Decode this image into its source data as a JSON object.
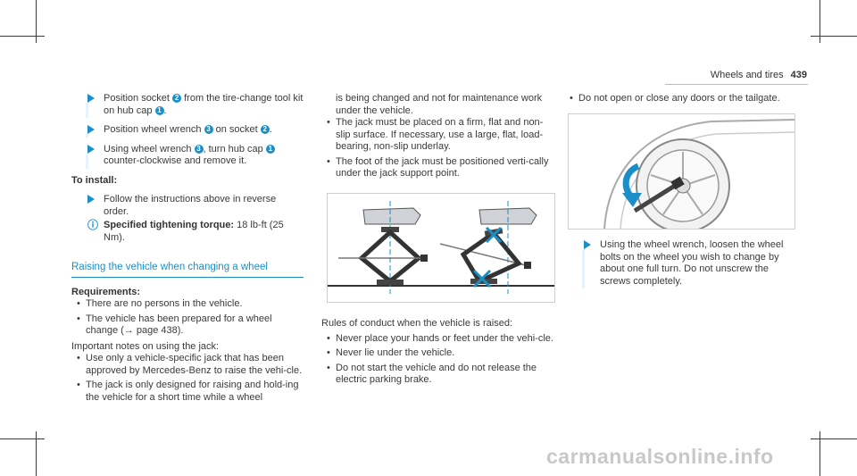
{
  "header": {
    "section": "Wheels and tires",
    "page": "439"
  },
  "col1": {
    "steps": [
      {
        "pre": "Position socket",
        "n1": "2",
        "mid": "from the tire-change tool kit on hub cap",
        "n2": "1",
        "post": "."
      },
      {
        "pre": "Position wheel wrench",
        "n1": "3",
        "mid": "on socket",
        "n2": "2",
        "post": "."
      },
      {
        "pre": "Using wheel wrench",
        "n1": "3",
        "mid": ", turn hub cap",
        "n2": "1",
        "post": "counter-clockwise and remove it."
      }
    ],
    "install_heading": "To install:",
    "install_step": "Follow the instructions above in reverse order.",
    "torque_label": "Specified tightening torque:",
    "torque_value": "18 lb-ft (25 Nm).",
    "section_title": "Raising the vehicle when changing a wheel",
    "requirements_heading": "Requirements:",
    "requirements": [
      "There are no persons in the vehicle.",
      "The vehicle has been prepared for a wheel change (→ page 438)."
    ],
    "notes_intro": "Important notes on using the jack:",
    "notes": [
      "Use only a vehicle-specific jack that has been approved by Mercedes-Benz to raise the vehi-cle.",
      "The jack is only designed for raising and hold-ing the vehicle for a short time while a wheel"
    ]
  },
  "col2": {
    "continued": "is being changed and not for maintenance work under the vehicle.",
    "bullets": [
      "The jack must be placed on a firm, flat and non-slip surface. If necessary, use a large, flat, load-bearing, non-slip underlay.",
      "The foot of the jack must be positioned verti-cally under the jack support point."
    ],
    "rules_intro": "Rules of conduct when the vehicle is raised:",
    "rules": [
      "Never place your hands or feet under the vehi-cle.",
      "Never lie under the vehicle.",
      "Do not start the vehicle and do not release the electric parking brake."
    ]
  },
  "col3": {
    "bullet": "Do not open or close any doors or the tailgate.",
    "step": "Using the wheel wrench, loosen the wheel bolts on the wheel you wish to change by about one full turn. Do not unscrew the screws completely."
  },
  "footer": {
    "watermark": "carmanualsonline.info"
  },
  "colors": {
    "accent": "#1a8fc7",
    "text": "#3a3a3a"
  }
}
